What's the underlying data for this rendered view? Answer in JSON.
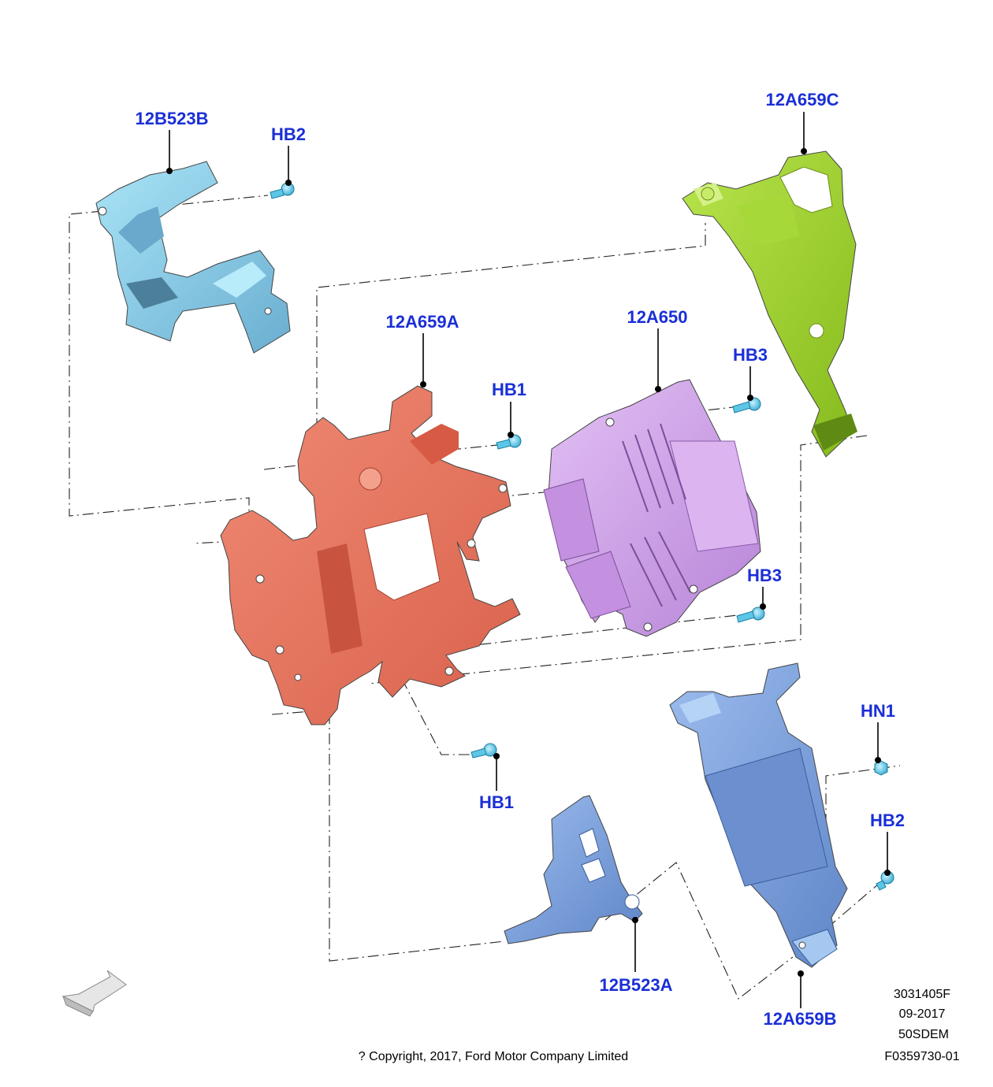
{
  "callouts": {
    "c_12B523B": "12B523B",
    "c_HB2_top": "HB2",
    "c_12A659C": "12A659C",
    "c_12A659A": "12A659A",
    "c_12A650": "12A650",
    "c_HB1_upper": "HB1",
    "c_HB3_upper": "HB3",
    "c_HB3_lower": "HB3",
    "c_HB1_lower": "HB1",
    "c_HN1": "HN1",
    "c_HB2_bottom": "HB2",
    "c_12B523A": "12B523A",
    "c_12A659B": "12A659B"
  },
  "info": {
    "ref_number": "3031405F",
    "date": "09-2017",
    "code": "50SDEM",
    "figure_id": "F0359730-01",
    "copyright": "? Copyright, 2017, Ford Motor Company Limited"
  },
  "colors": {
    "callout_blue": "#1a2fd6",
    "bracket_light_blue": "#8fd0ec",
    "ecm_bracket_red": "#e8735e",
    "ecm_purple": "#cf9ee8",
    "bracket_green": "#9fd32f",
    "module_blue": "#7b9fdc",
    "fastener_cyan": "#4fc8e8"
  }
}
